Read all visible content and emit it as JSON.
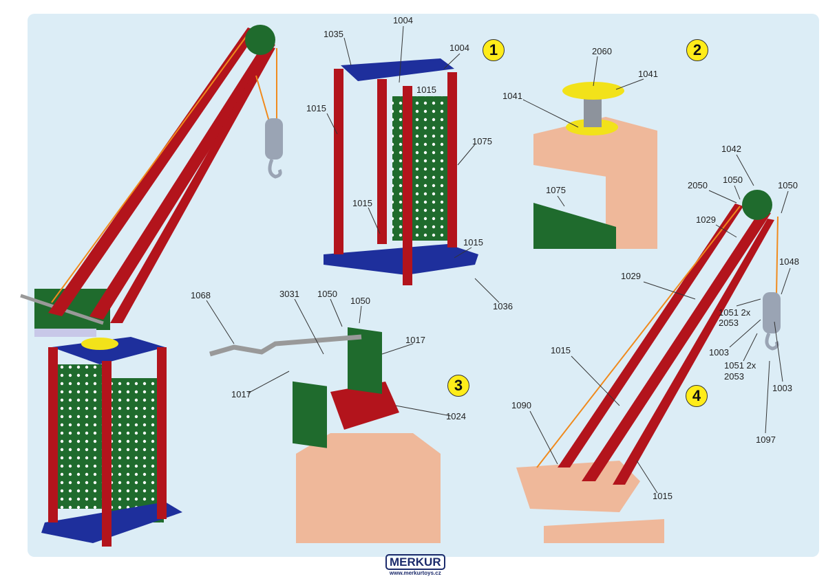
{
  "steps": {
    "s1": "1",
    "s2": "2",
    "s3": "3",
    "s4": "4"
  },
  "labels": {
    "a1035": "1035",
    "a1004a": "1004",
    "a1004b": "1004",
    "a1015a": "1015",
    "a1015b": "1015",
    "a1075": "1075",
    "a1015c": "1015",
    "a1015d": "1015",
    "a1036": "1036",
    "b2060": "2060",
    "b1041a": "1041",
    "b1041b": "1041",
    "b1075": "1075",
    "c1068": "1068",
    "c3031": "3031",
    "c1050a": "1050",
    "c1050b": "1050",
    "c1017a": "1017",
    "c1017b": "1017",
    "c1024": "1024",
    "d1042": "1042",
    "d2050": "2050",
    "d1050a": "1050",
    "d1050b": "1050",
    "d1029a": "1029",
    "d1048": "1048",
    "d1029b": "1029",
    "d1051a": "1051 2x",
    "d2053a": "2053",
    "d1003a": "1003",
    "d1051b": "1051 2x",
    "d2053b": "2053",
    "d1003b": "1003",
    "d1097": "1097",
    "d1015a": "1015",
    "d1090": "1090",
    "d1015b": "1015"
  },
  "logo": {
    "brand": "MERKUR",
    "url": "www.merkurtoys.cz"
  },
  "colors": {
    "red": "#b3141c",
    "blue": "#1e2f9c",
    "green": "#1f6b2d",
    "yellow": "#f2e21a",
    "copper": "#efb89a",
    "orange": "#f08a1c"
  }
}
